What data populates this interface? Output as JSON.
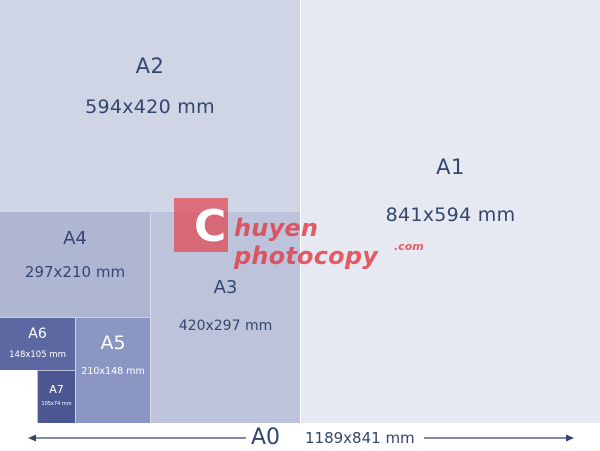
{
  "sizes": {
    "a1": {
      "name": "A1",
      "dim": "841x594 mm"
    },
    "a2": {
      "name": "A2",
      "dim": "594x420 mm"
    },
    "a3": {
      "name": "A3",
      "dim": "420x297 mm"
    },
    "a4": {
      "name": "A4",
      "dim": "297x210 mm"
    },
    "a5": {
      "name": "A5",
      "dim": "210x148 mm"
    },
    "a6": {
      "name": "A6",
      "dim": "148x105 mm"
    },
    "a7": {
      "name": "A7",
      "dim": "105x74 mm"
    }
  },
  "a0": {
    "name": "A0",
    "dim": "1189x841 mm"
  },
  "watermark": {
    "initial": "C",
    "text": "huyen photocopy",
    "sub": ".com"
  },
  "colors": {
    "text": "#34466e",
    "watermark": "#e2464f",
    "a1": "#e6e9f2",
    "a2": "#cfd5e4",
    "a3": "#bcc3da",
    "a4": "#aeb6d2",
    "a5": "#8c96c2",
    "a6": "#5c68a2",
    "a7": "#4c5792"
  }
}
